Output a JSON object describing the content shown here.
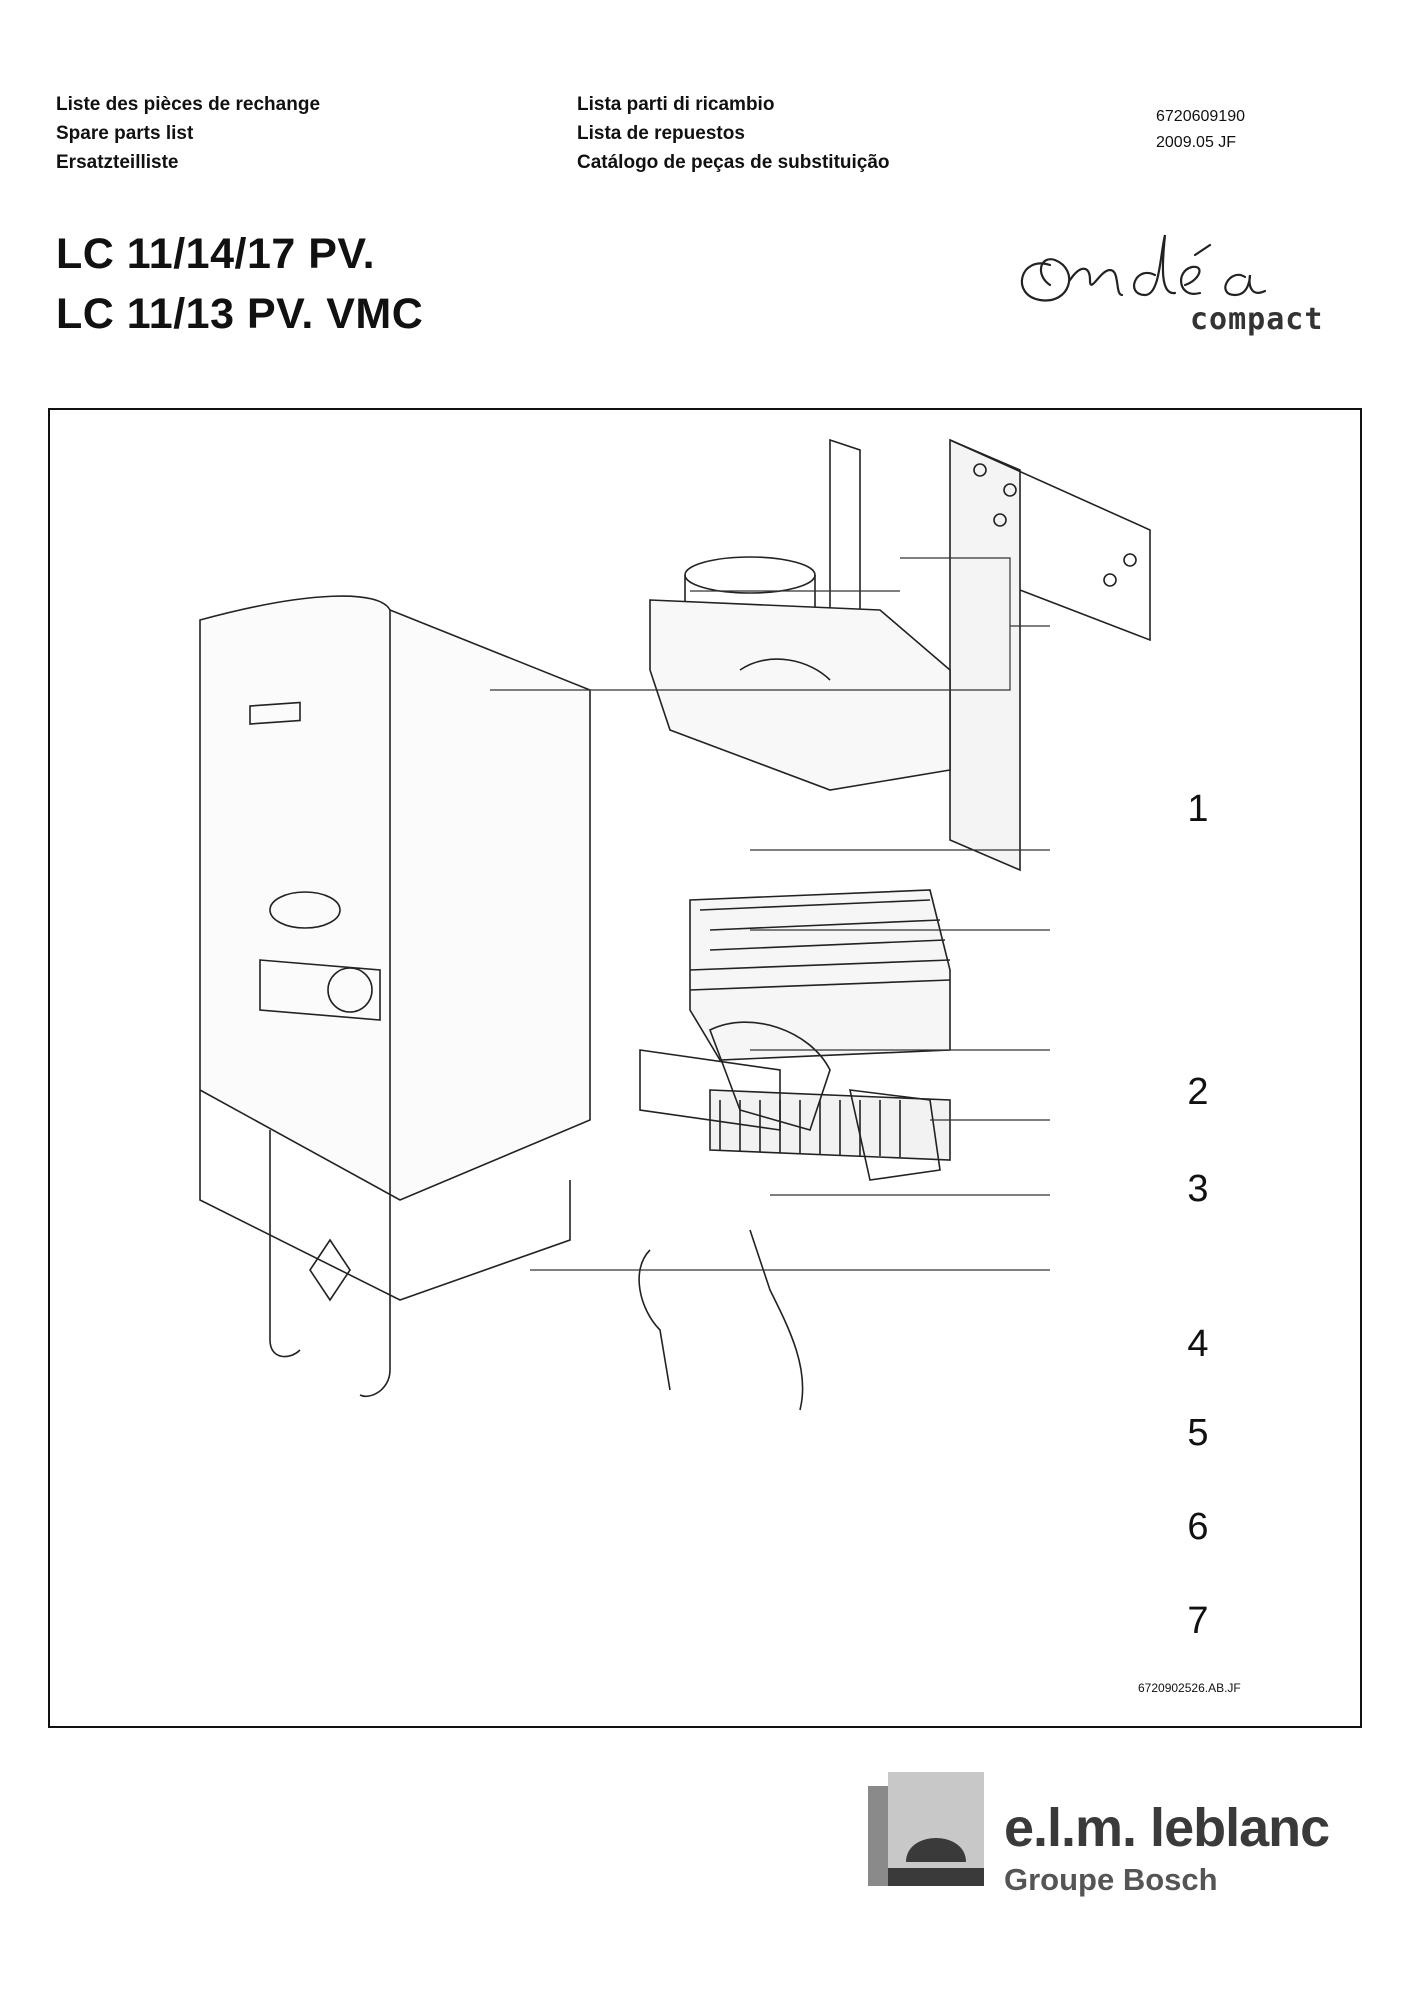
{
  "header": {
    "left": [
      "Liste des pièces de rechange",
      "Spare parts list",
      "Ersatzteilliste"
    ],
    "middle": [
      "Lista parti di ricambio",
      "Lista de repuestos",
      "Catálogo de peças de substituição"
    ],
    "doc_number": "6720609190",
    "doc_date": "2009.05   JF"
  },
  "models": [
    "LC 11/14/17 PV.",
    "LC 11/13 PV. VMC"
  ],
  "product_logo": {
    "script": "ondéa",
    "subtitle": "compact"
  },
  "diagram": {
    "callouts": [
      "1",
      "2",
      "3",
      "4",
      "5",
      "6",
      "7"
    ],
    "figure_ref": "6720902526.AB.JF"
  },
  "brand": {
    "name": "e.l.m. leblanc",
    "group": "Groupe Bosch",
    "colors": {
      "dark": "#3a3a3a",
      "mid": "#8a8a8a",
      "light": "#c8c8c8"
    }
  }
}
